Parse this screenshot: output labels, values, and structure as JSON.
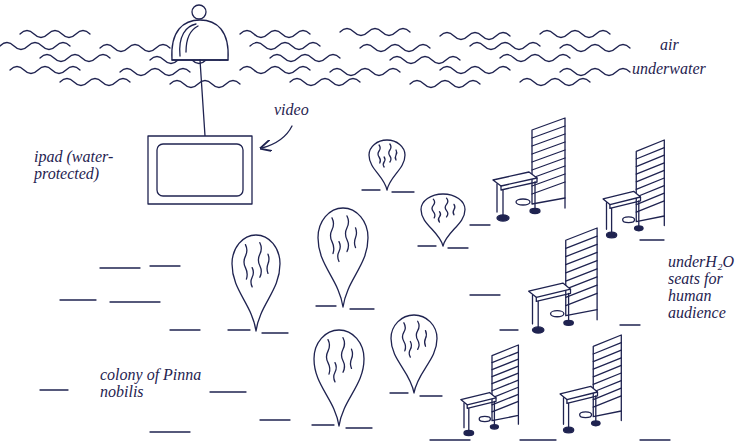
{
  "diagram": {
    "labels": [
      "air",
      "underwater",
      "video",
      "ipad (water-protected)",
      "underH₂O seats for human audience",
      "colony of Pinna nobilis"
    ]
  }
}
